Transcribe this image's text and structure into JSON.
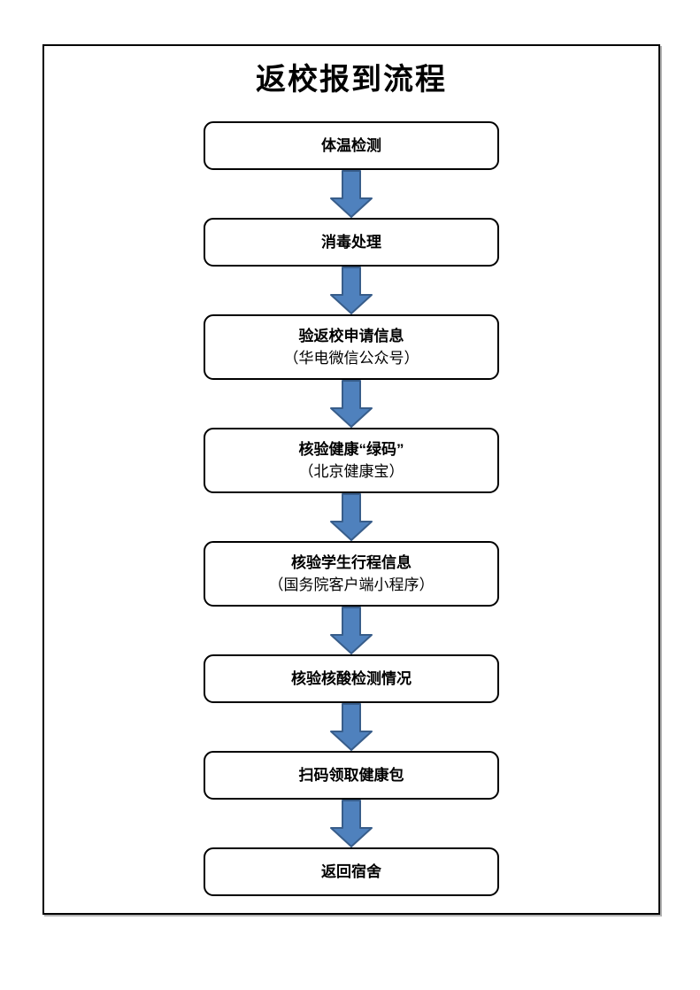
{
  "page": {
    "title": "返校报到流程"
  },
  "flow": {
    "arrow_color": "#4f81bd",
    "arrow_border_color": "#385d8a",
    "steps": [
      {
        "label": "体温检测",
        "sublabel": ""
      },
      {
        "label": "消毒处理",
        "sublabel": ""
      },
      {
        "label": "验返校申请信息",
        "sublabel": "（华电微信公众号）"
      },
      {
        "label": "核验健康“绿码”",
        "sublabel": "（北京健康宝）"
      },
      {
        "label": "核验学生行程信息",
        "sublabel": "（国务院客户端小程序）"
      },
      {
        "label": "核验核酸检测情况",
        "sublabel": ""
      },
      {
        "label": "扫码领取健康包",
        "sublabel": ""
      },
      {
        "label": "返回宿舍",
        "sublabel": ""
      }
    ]
  }
}
